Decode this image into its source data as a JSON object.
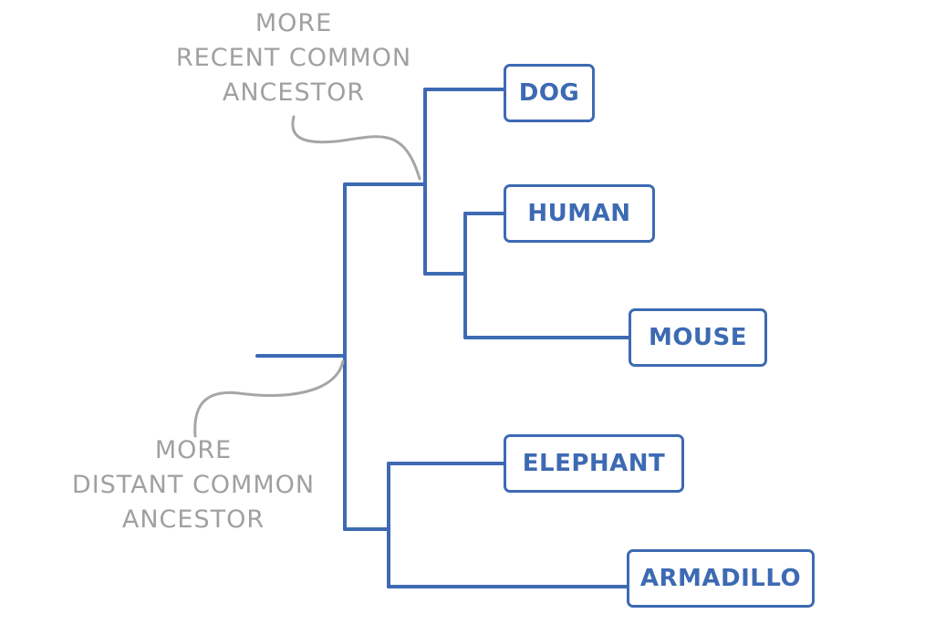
{
  "diagram": {
    "type": "phylogenetic-tree",
    "line_color": "#3d6ab3",
    "annotation_color": "#a0a0a0",
    "leaves": [
      {
        "id": "dog",
        "label": "DOG"
      },
      {
        "id": "human",
        "label": "HUMAN"
      },
      {
        "id": "mouse",
        "label": "MOUSE"
      },
      {
        "id": "elephant",
        "label": "ELEPHANT"
      },
      {
        "id": "armadillo",
        "label": "ARMADILLO"
      }
    ],
    "annotations": {
      "recent": {
        "lines": [
          "MORE",
          "RECENT COMMON",
          "ANCESTOR"
        ]
      },
      "distant": {
        "lines": [
          "MORE",
          "DISTANT COMMON",
          "ANCESTOR"
        ]
      }
    }
  }
}
